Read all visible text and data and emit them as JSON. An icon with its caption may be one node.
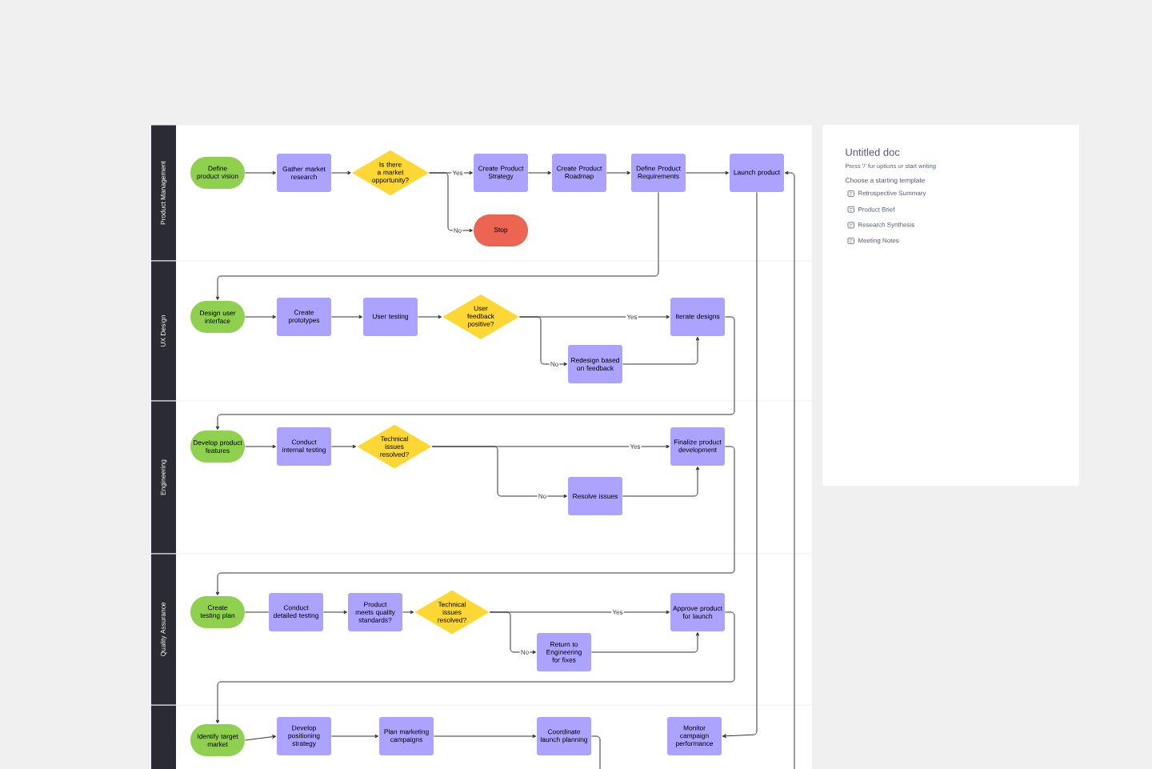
{
  "diagram": {
    "nodes": [
      {
        "text": [
          "Product Management"
        ]
      },
      {
        "text": [
          "Define product vision"
        ],
        "in": 0
      },
      {
        "text": [
          "Gather market research"
        ],
        "in": 0
      },
      {
        "text": [
          "Is there a market opportunity?"
        ],
        "in": 0
      },
      {
        "text": [
          "Create Product Strategy"
        ],
        "in": 0
      },
      {
        "text": [
          "Create Product Roadmap"
        ],
        "in": 0
      },
      {
        "text": [
          "Define Product Requirements"
        ],
        "in": 0
      },
      {
        "text": [
          "Launch product"
        ],
        "in": 0
      },
      {
        "text": [
          "Stop"
        ],
        "in": 0
      },
      {
        "text": [
          "UX Design"
        ]
      },
      {
        "text": [
          "Design user interface"
        ],
        "in": 9
      },
      {
        "text": [
          "Create prototypes"
        ],
        "in": 9
      },
      {
        "text": [
          "User testing"
        ],
        "in": 9
      },
      {
        "text": [
          "User feedback positive?"
        ],
        "in": 9
      },
      {
        "text": [
          "Iterate designs"
        ],
        "in": 9
      },
      {
        "text": [
          "Redesign based on feedback"
        ],
        "in": 9
      },
      {
        "text": [
          "Engineering"
        ]
      },
      {
        "text": [
          "Develop product features"
        ],
        "in": 16
      },
      {
        "text": [
          "Conduct internal testing"
        ],
        "in": 16
      },
      {
        "text": [
          "Technical issues resolved?"
        ],
        "in": 16
      },
      {
        "text": [
          "Finalize product development"
        ],
        "in": 16
      },
      {
        "text": [
          "Resolve issues"
        ],
        "in": 16
      },
      {
        "text": [
          "Quality Assurance"
        ]
      },
      {
        "text": [
          "Create testing plan"
        ],
        "in": 22
      },
      {
        "text": [
          "Conduct detailed testing"
        ],
        "in": 22
      },
      {
        "text": [
          "Product meets quality standards?"
        ],
        "in": 22
      },
      {
        "text": [
          "Technical issues resolved?"
        ],
        "in": 22
      },
      {
        "text": [
          "Approve product for launch"
        ],
        "in": 22
      },
      {
        "text": [
          "Return to Engineering for fixes"
        ],
        "in": 22
      },
      {
        "text": [
          "Identify target market"
        ]
      },
      {
        "text": [
          "Develop positioning strategy"
        ]
      },
      {
        "text": [
          "Plan marketing campaigns"
        ]
      },
      {
        "text": [
          "Coordinate launch planning"
        ]
      },
      {
        "text": [
          "Monitor campaign performance"
        ]
      },
      {
        "text": [
          "Untitled doc",
          "Press '/' for options or start writing",
          "Choose a starting template",
          "Retrospective Summary",
          "Product Brief",
          "Research Synthesis",
          "Meeting Notes"
        ]
      }
    ],
    "edges": [
      {
        "from": 1,
        "to": 2,
        "arrow": "to"
      },
      {
        "from": 2,
        "to": 3,
        "arrow": "to"
      },
      {
        "from": 3,
        "to": 4,
        "arrow": "to",
        "label": "Yes"
      },
      {
        "from": 3,
        "to": 8,
        "arrow": "to",
        "label": "No"
      },
      {
        "from": 4,
        "to": 5,
        "arrow": "to"
      },
      {
        "from": 5,
        "to": 6,
        "arrow": "to"
      },
      {
        "from": 6,
        "to": 7,
        "arrow": "to"
      },
      {
        "from": 6,
        "to": 10,
        "arrow": "to"
      },
      {
        "from": 10,
        "to": 11,
        "arrow": "to"
      },
      {
        "from": 11,
        "to": 12,
        "arrow": "to"
      },
      {
        "from": 12,
        "to": 13,
        "arrow": "to"
      },
      {
        "from": 13,
        "to": 14,
        "arrow": "to",
        "label": "Yes"
      },
      {
        "from": 13,
        "to": 15,
        "arrow": "to",
        "label": "No"
      },
      {
        "from": 15,
        "to": 14,
        "arrow": "to"
      },
      {
        "from": 14,
        "to": 17,
        "arrow": "to"
      },
      {
        "from": 17,
        "to": 18,
        "arrow": "to"
      },
      {
        "from": 18,
        "to": 19,
        "arrow": "to"
      },
      {
        "from": 19,
        "to": 20,
        "arrow": "to",
        "label": "Yes"
      },
      {
        "from": 19,
        "to": 21,
        "arrow": "to",
        "label": "No"
      },
      {
        "from": 21,
        "to": 20,
        "arrow": "to"
      },
      {
        "from": 20,
        "to": 23,
        "arrow": "to"
      },
      {
        "from": 23,
        "to": 24,
        "arrow": "none"
      },
      {
        "from": 24,
        "to": 25,
        "arrow": "to"
      },
      {
        "from": 25,
        "to": 26,
        "arrow": "to"
      },
      {
        "from": 26,
        "to": 27,
        "arrow": "to",
        "label": "Yes"
      },
      {
        "from": 26,
        "to": 28,
        "arrow": "to",
        "label": "No"
      },
      {
        "from": 28,
        "to": 27,
        "arrow": "to"
      },
      {
        "from": 27,
        "to": 29,
        "arrow": "to"
      },
      {
        "from": 29,
        "to": 30,
        "arrow": "to"
      },
      {
        "from": 30,
        "to": 31,
        "arrow": "to"
      },
      {
        "from": 31,
        "to": 32,
        "arrow": "to"
      },
      {
        "from": 7,
        "to": 33,
        "arrow": "to"
      },
      {
        "from": 32,
        "to": null,
        "arrow": "none"
      },
      {
        "from": null,
        "to": 7,
        "arrow": "to"
      }
    ]
  }
}
